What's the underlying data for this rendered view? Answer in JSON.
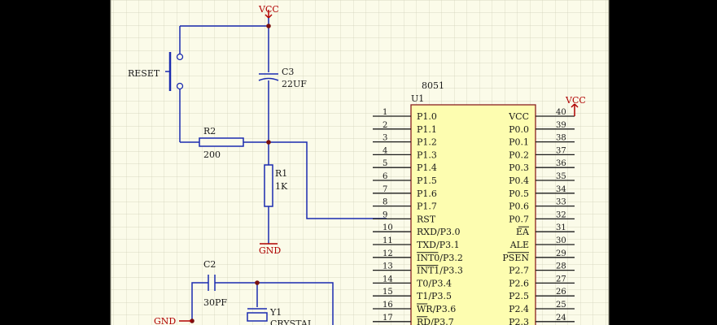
{
  "chip": {
    "ref": "U1",
    "name": "8051",
    "left_pins": [
      {
        "num": "1",
        "name": "P1.0"
      },
      {
        "num": "2",
        "name": "P1.1"
      },
      {
        "num": "3",
        "name": "P1.2"
      },
      {
        "num": "4",
        "name": "P1.3"
      },
      {
        "num": "5",
        "name": "P1.4"
      },
      {
        "num": "6",
        "name": "P1.5"
      },
      {
        "num": "7",
        "name": "P1.6"
      },
      {
        "num": "8",
        "name": "P1.7"
      },
      {
        "num": "9",
        "name": "RST"
      },
      {
        "num": "10",
        "name": "RXD/P3.0"
      },
      {
        "num": "11",
        "name": "TXD/P3.1"
      },
      {
        "num": "12",
        "name": "INT0/P3.2"
      },
      {
        "num": "13",
        "name": "INT1/P3.3"
      },
      {
        "num": "14",
        "name": "T0/P3.4"
      },
      {
        "num": "15",
        "name": "T1/P3.5"
      },
      {
        "num": "16",
        "name": "WR/P3.6"
      },
      {
        "num": "17",
        "name": "RD/P3.7"
      }
    ],
    "right_pins": [
      {
        "num": "40",
        "name": "VCC"
      },
      {
        "num": "39",
        "name": "P0.0"
      },
      {
        "num": "38",
        "name": "P0.1"
      },
      {
        "num": "37",
        "name": "P0.2"
      },
      {
        "num": "36",
        "name": "P0.3"
      },
      {
        "num": "35",
        "name": "P0.4"
      },
      {
        "num": "34",
        "name": "P0.5"
      },
      {
        "num": "33",
        "name": "P0.6"
      },
      {
        "num": "32",
        "name": "P0.7"
      },
      {
        "num": "31",
        "name": "EA"
      },
      {
        "num": "30",
        "name": "ALE"
      },
      {
        "num": "29",
        "name": "PSEN"
      },
      {
        "num": "28",
        "name": "P2.7"
      },
      {
        "num": "27",
        "name": "P2.6"
      },
      {
        "num": "26",
        "name": "P2.5"
      },
      {
        "num": "25",
        "name": "P2.4"
      },
      {
        "num": "24",
        "name": "P2.3"
      }
    ]
  },
  "labels": {
    "vcc_top": "VCC",
    "vcc_chip": "VCC",
    "reset": "RESET",
    "c3_ref": "C3",
    "c3_val": "22UF",
    "r2_ref": "R2",
    "r2_val": "200",
    "r1_ref": "R1",
    "r1_val": "1K",
    "gnd_mid": "GND",
    "gnd_left": "GND",
    "c2_ref": "C2",
    "c2_val": "30PF",
    "y1_ref": "Y1",
    "y1_val": "CRYSTAL"
  }
}
